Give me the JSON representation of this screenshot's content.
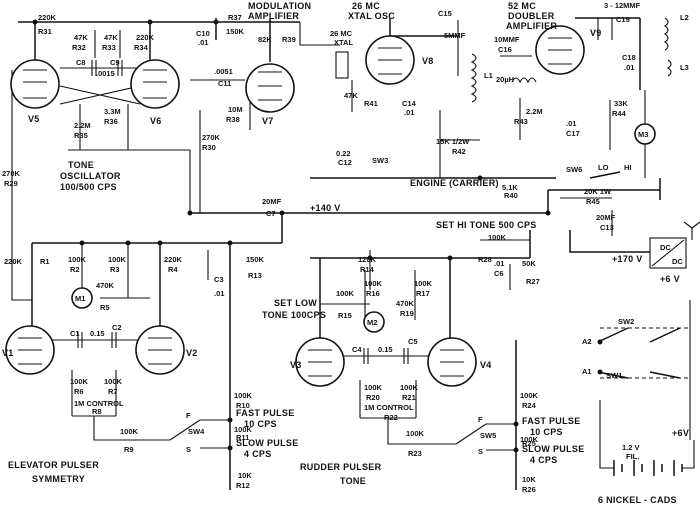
{
  "blocks": {
    "modulation": "MODULATION",
    "amplifier": "AMPLIFIER",
    "osc26_a": "26 MC",
    "osc26_b": "XTAL OSC",
    "dbl_a": "52 MC",
    "dbl_b": "DOUBLER",
    "dbl_c": "AMPLIFIER",
    "tone_osc_a": "TONE",
    "tone_osc_b": "OSCILLATOR",
    "tone_osc_c": "100/500 CPS",
    "engine": "ENGINE (CARRIER)",
    "set_hi": "SET HI TONE  500 CPS",
    "set_low_a": "SET LOW",
    "set_low_b": "TONE 100CPS",
    "elev_a": "ELEVATOR  PULSER",
    "elev_b": "SYMMETRY",
    "rudder_a": "RUDDER  PULSER",
    "rudder_b": "TONE",
    "fast_pulse": "FAST PULSE",
    "fast_rate": "10 CPS",
    "slow_pulse": "SLOW PULSE",
    "slow_rate": "4 CPS",
    "battery": "6 NICKEL - CADS",
    "xtal_a": "26 MC",
    "xtal_b": "XTAL",
    "v140": "+140 V",
    "v170": "+170 V",
    "v6": "+6 V",
    "v12": "1.2 V",
    "v12b": "FIL.",
    "plus6": "+6V",
    "dcdc_a": "DC",
    "dcdc_b": "DC",
    "lo": "LO",
    "hi": "HI",
    "f": "F",
    "s": "S",
    "a1": "A1",
    "a2": "A2"
  },
  "tubes": [
    "V1",
    "V2",
    "V3",
    "V4",
    "V5",
    "V6",
    "V7",
    "V8",
    "V9"
  ],
  "meters": [
    "M1",
    "M2",
    "M3"
  ],
  "coils": [
    "L1",
    "L2",
    "L3"
  ],
  "switches": [
    "SW1",
    "SW2",
    "SW3",
    "SW4",
    "SW5",
    "SW6"
  ],
  "parts": {
    "r31": "R31",
    "r31v": "220K",
    "r32": "R32",
    "r32v": "47K",
    "r33": "R33",
    "r33v": "47K",
    "r34": "R34",
    "r34v": "220K",
    "c8": "C8",
    "c8v": ".0015",
    "c9": "C9",
    "r35": "R35",
    "r35v": "2.2M",
    "r36": "R36",
    "r36v": "3.3M",
    "c10": "C10",
    "c10v": ".01",
    "r37": "R37",
    "r37v": "150K",
    "c11": "C11",
    "c11v": ".0051",
    "r38": "R38",
    "r38v": "10M",
    "r39": "R39",
    "r39v": "82K",
    "r30": "R30",
    "r30v": "270K",
    "r29": "R29",
    "r29v": "270K",
    "c15": "C15",
    "c15v": "5MMF",
    "r41": "R41",
    "r41v": "47K",
    "c14": "C14",
    "c14v": ".01",
    "r42": "R42",
    "r42v": "15K 1/2W",
    "c16": "C16",
    "c16v": "10MMF",
    "l20": "20µH",
    "r43": "R43",
    "r43v": "2.2M",
    "c17": "C17",
    "c17v": ".01",
    "c19": "C19",
    "c19v": "3 - 12MMF",
    "c18": "C18",
    "c18v": ".01",
    "r44": "R44",
    "r44v": "33K",
    "c12": "C12",
    "c12v": "0.22",
    "c7": "C7",
    "c7v": "20MF",
    "r40": "R40",
    "r40v": "5.1K",
    "r45": "R45",
    "r45v": "20K 1W",
    "c13": "C13",
    "c13v": "20MF",
    "r1": "R1",
    "r1v": "220K",
    "r2": "R2",
    "r2v": "100K",
    "r3": "R3",
    "r3v": "100K",
    "r4": "R4",
    "r4v": "220K",
    "r5": "R5",
    "r5v": "470K",
    "c1": "C1",
    "c2": "C2",
    "c12v2": "0.15",
    "r6": "R6",
    "r6v": "100K",
    "r7": "R7",
    "r7v": "100K",
    "r8": "R8",
    "r8v": "1M CONTROL",
    "r9": "R9",
    "r9v": "100K",
    "c3": "C3",
    "c3v": ".01",
    "r13": "R13",
    "r13v": "150K",
    "r10": "R10",
    "r10v": "100K",
    "r11": "R11",
    "r11v": "100K",
    "r12": "R12",
    "r12v": "10K",
    "r14": "R14",
    "r14v": "120K",
    "r28": "R28",
    "r28v": "100K",
    "r27": "R27",
    "r27v": "50K",
    "c6": "C6",
    "c6v": ".01",
    "r15": "R15",
    "r15v": "100K",
    "r16": "R16",
    "r16v": "100K",
    "r17": "R17",
    "r17v": "100K",
    "r19": "R19",
    "r19v": "470K",
    "c4": "C4",
    "c5": "C5",
    "c45v": "0.15",
    "r20": "R20",
    "r20v": "100K",
    "r21": "R21",
    "r21v": "100K",
    "r22": "R22",
    "r22v": "1M CONTROL",
    "r23": "R23",
    "r23v": "100K",
    "r24": "R24",
    "r24v": "100K",
    "r25": "R25",
    "r25v": "100K",
    "r26": "R26",
    "r26v": "10K"
  }
}
